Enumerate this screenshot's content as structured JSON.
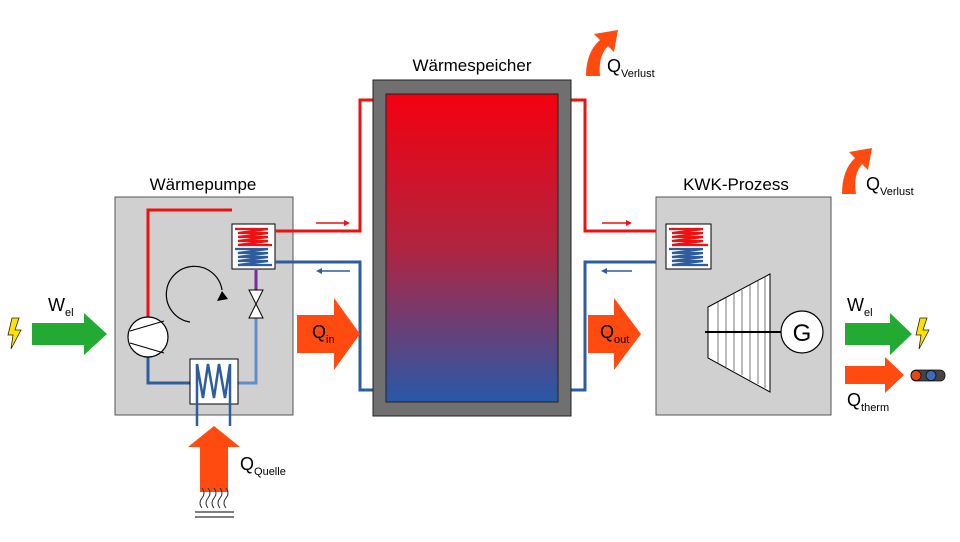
{
  "storage": {
    "title": "Wärmespeicher",
    "top_color": "#f40010",
    "bottom_color": "#2858a8"
  },
  "heat_pump": {
    "title": "Wärmepumpe"
  },
  "chp": {
    "title": "KWK-Prozess",
    "generator_label": "G"
  },
  "flows": {
    "w_el_in": {
      "symbol": "W",
      "sub": "el"
    },
    "q_in": {
      "symbol": "Q",
      "sub": "in"
    },
    "q_out": {
      "symbol": "Q",
      "sub": "out"
    },
    "q_source": {
      "symbol": "Q",
      "sub": "Quelle"
    },
    "q_loss_storage": {
      "symbol": "Q",
      "sub": "Verlust"
    },
    "q_loss_chp": {
      "symbol": "Q",
      "sub": "Verlust"
    },
    "w_el_out": {
      "symbol": "W",
      "sub": "el"
    },
    "q_therm": {
      "symbol": "Q",
      "sub": "therm"
    }
  },
  "colors": {
    "hot_pipe": "#ee1111",
    "cold_pipe": "#2e5d9e",
    "heat_arrow": "#ff4a10",
    "electric_arrow": "#22aa33",
    "box_fill": "#d0d0d0",
    "storage_shell": "#707070"
  }
}
